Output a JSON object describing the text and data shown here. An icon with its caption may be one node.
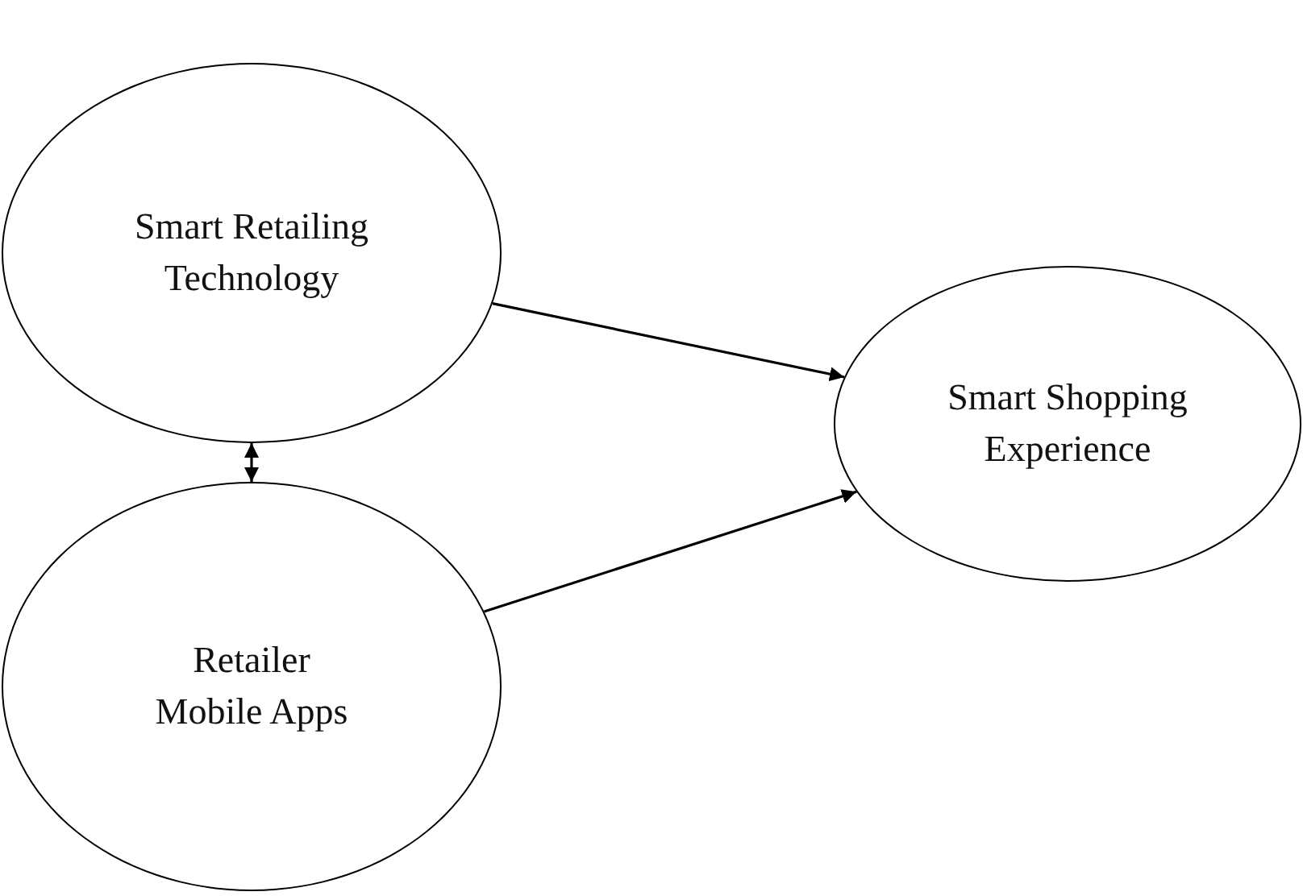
{
  "diagram": {
    "nodes": [
      {
        "text": [
          "Smart Retailing Technology"
        ]
      },
      {
        "text": [
          "Retailer Mobile Apps"
        ]
      },
      {
        "text": [
          "Smart Shopping Experience"
        ]
      }
    ],
    "edges": [
      {
        "from": 0,
        "to": 2,
        "arrow": "to"
      },
      {
        "from": 1,
        "to": 2,
        "arrow": "to"
      },
      {
        "from": 0,
        "to": 1,
        "arrow": "both"
      }
    ]
  }
}
